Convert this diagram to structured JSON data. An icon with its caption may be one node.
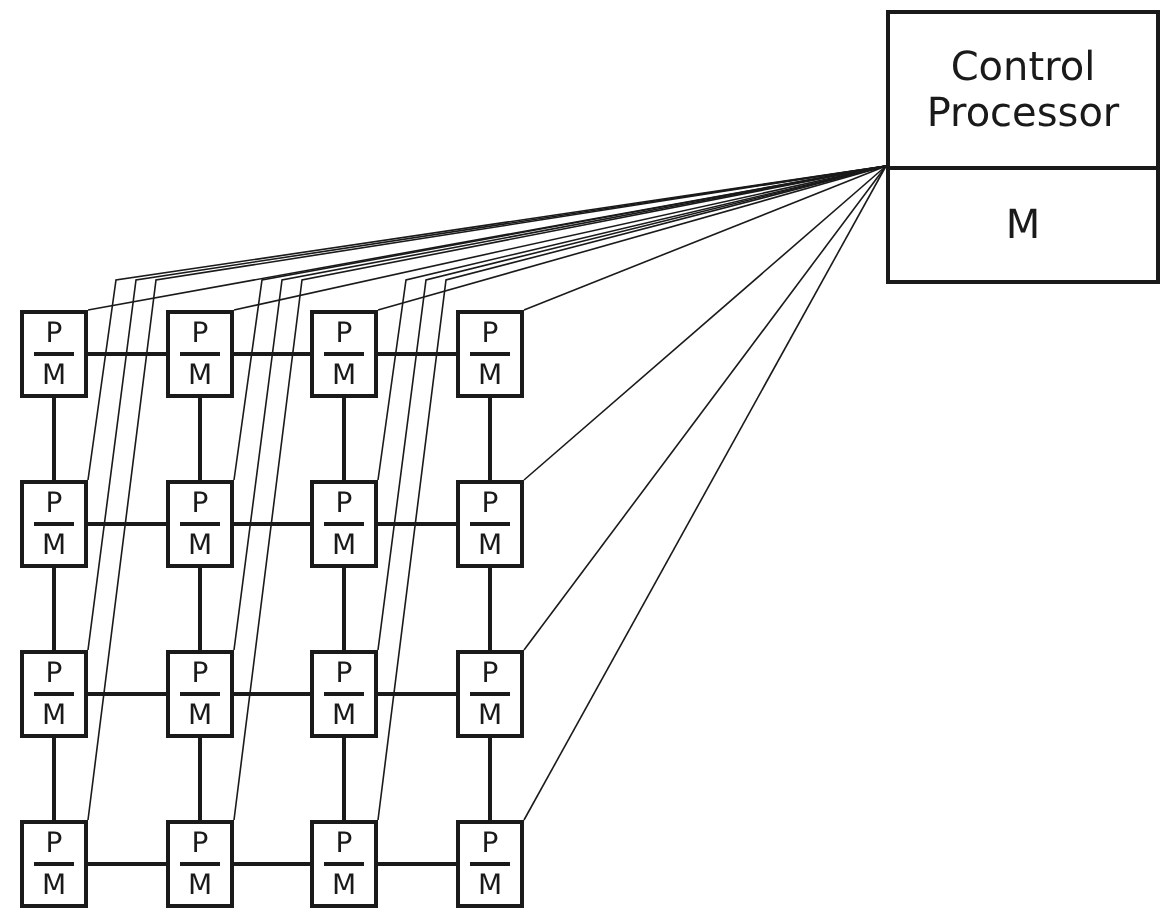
{
  "diagram": {
    "nodes": [
      {
        "text": [
          "Control Processor",
          "M"
        ]
      },
      {
        "text": [
          "P",
          "M"
        ]
      },
      {
        "text": [
          "P",
          "M"
        ]
      },
      {
        "text": [
          "P",
          "M"
        ]
      },
      {
        "text": [
          "P",
          "M"
        ]
      },
      {
        "text": [
          "P",
          "M"
        ]
      },
      {
        "text": [
          "P",
          "M"
        ]
      },
      {
        "text": [
          "P",
          "M"
        ]
      },
      {
        "text": [
          "P",
          "M"
        ]
      },
      {
        "text": [
          "P",
          "M"
        ]
      },
      {
        "text": [
          "P",
          "M"
        ]
      },
      {
        "text": [
          "P",
          "M"
        ]
      },
      {
        "text": [
          "P",
          "M"
        ]
      },
      {
        "text": [
          "P",
          "M"
        ]
      },
      {
        "text": [
          "P",
          "M"
        ]
      },
      {
        "text": [
          "P",
          "M"
        ]
      },
      {
        "text": [
          "P",
          "M"
        ]
      }
    ],
    "edges": [
      {
        "from": 0,
        "to": 1,
        "arrow": "none"
      },
      {
        "from": 0,
        "to": 2,
        "arrow": "none"
      },
      {
        "from": 0,
        "to": 3,
        "arrow": "none"
      },
      {
        "from": 0,
        "to": 4,
        "arrow": "none"
      },
      {
        "from": 0,
        "to": 5,
        "arrow": "none"
      },
      {
        "from": 0,
        "to": 6,
        "arrow": "none"
      },
      {
        "from": 0,
        "to": 7,
        "arrow": "none"
      },
      {
        "from": 0,
        "to": 8,
        "arrow": "none"
      },
      {
        "from": 0,
        "to": 9,
        "arrow": "none"
      },
      {
        "from": 0,
        "to": 10,
        "arrow": "none"
      },
      {
        "from": 0,
        "to": 11,
        "arrow": "none"
      },
      {
        "from": 0,
        "to": 12,
        "arrow": "none"
      },
      {
        "from": 0,
        "to": 13,
        "arrow": "none"
      },
      {
        "from": 0,
        "to": 14,
        "arrow": "none"
      },
      {
        "from": 0,
        "to": 15,
        "arrow": "none"
      },
      {
        "from": 0,
        "to": 16,
        "arrow": "none"
      },
      {
        "from": 1,
        "to": 2,
        "arrow": "none"
      },
      {
        "from": 2,
        "to": 3,
        "arrow": "none"
      },
      {
        "from": 3,
        "to": 4,
        "arrow": "none"
      },
      {
        "from": 5,
        "to": 6,
        "arrow": "none"
      },
      {
        "from": 6,
        "to": 7,
        "arrow": "none"
      },
      {
        "from": 7,
        "to": 8,
        "arrow": "none"
      },
      {
        "from": 9,
        "to": 10,
        "arrow": "none"
      },
      {
        "from": 10,
        "to": 11,
        "arrow": "none"
      },
      {
        "from": 11,
        "to": 12,
        "arrow": "none"
      },
      {
        "from": 13,
        "to": 14,
        "arrow": "none"
      },
      {
        "from": 14,
        "to": 15,
        "arrow": "none"
      },
      {
        "from": 15,
        "to": 16,
        "arrow": "none"
      },
      {
        "from": 1,
        "to": 5,
        "arrow": "none"
      },
      {
        "from": 5,
        "to": 9,
        "arrow": "none"
      },
      {
        "from": 9,
        "to": 13,
        "arrow": "none"
      },
      {
        "from": 2,
        "to": 6,
        "arrow": "none"
      },
      {
        "from": 6,
        "to": 10,
        "arrow": "none"
      },
      {
        "from": 10,
        "to": 14,
        "arrow": "none"
      },
      {
        "from": 3,
        "to": 7,
        "arrow": "none"
      },
      {
        "from": 7,
        "to": 11,
        "arrow": "none"
      },
      {
        "from": 11,
        "to": 15,
        "arrow": "none"
      },
      {
        "from": 4,
        "to": 8,
        "arrow": "none"
      },
      {
        "from": 8,
        "to": 12,
        "arrow": "none"
      },
      {
        "from": 12,
        "to": 16,
        "arrow": "none"
      }
    ]
  }
}
